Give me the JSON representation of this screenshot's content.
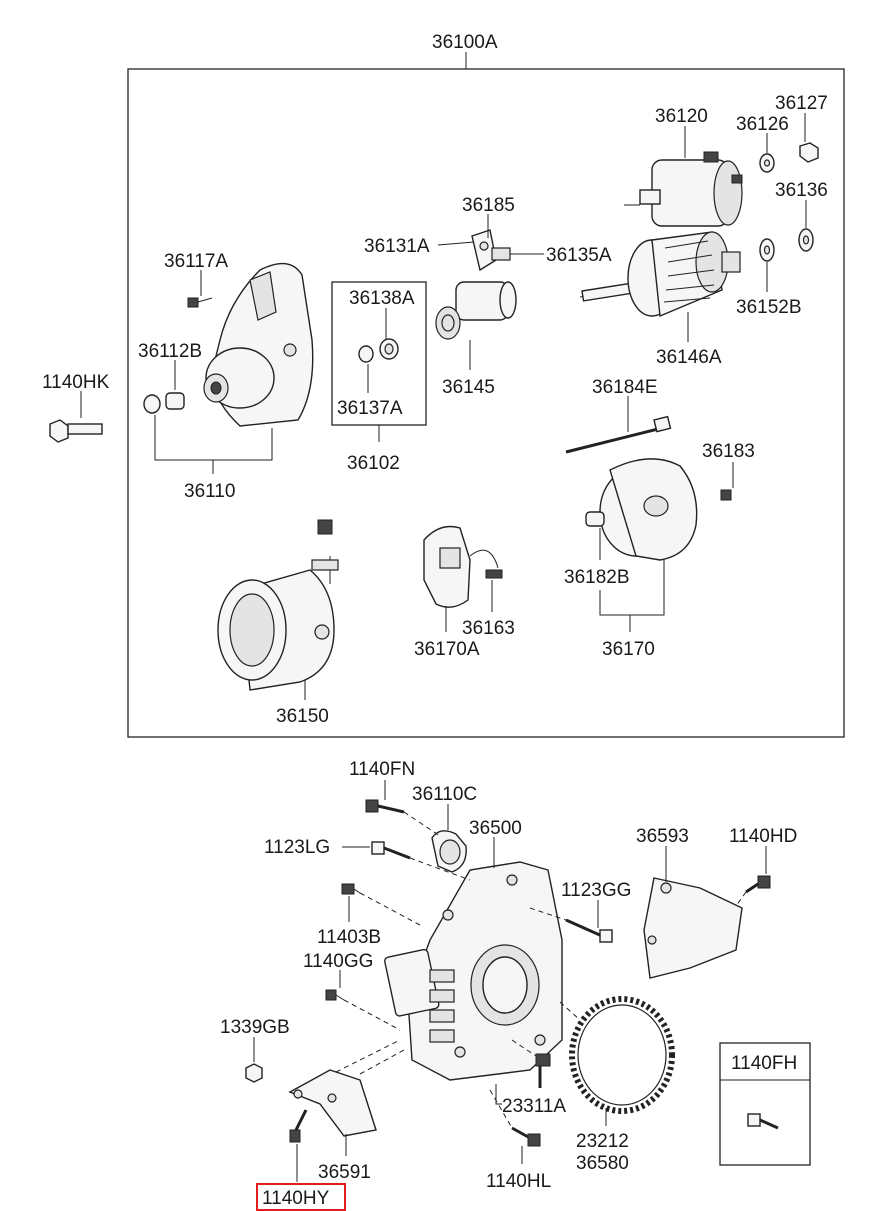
{
  "labels": {
    "l36100A": "36100A",
    "l36120": "36120",
    "l36126": "36126",
    "l36127": "36127",
    "l36136": "36136",
    "l36185": "36185",
    "l36131A": "36131A",
    "l36135A": "36135A",
    "l36117A": "36117A",
    "l36138A": "36138A",
    "l36112B": "36112B",
    "l36137A": "36137A",
    "l36145": "36145",
    "l36152B": "36152B",
    "l36146A": "36146A",
    "l1140HK": "1140HK",
    "l36184E": "36184E",
    "l36110": "36110",
    "l36102": "36102",
    "l36183": "36183",
    "l36182B": "36182B",
    "l36163": "36163",
    "l36170A": "36170A",
    "l36170": "36170",
    "l36150": "36150",
    "l1140FN": "1140FN",
    "l36110C": "36110C",
    "l36500": "36500",
    "l36593": "36593",
    "l1140HD": "1140HD",
    "l1123LG": "1123LG",
    "l1123GG": "1123GG",
    "l11403B": "11403B",
    "l1140GG": "1140GG",
    "l1339GB": "1339GB",
    "l23311A": "23311A",
    "l1140FH": "1140FH",
    "l23212": "23212",
    "l36580": "36580",
    "l36591": "36591",
    "l1140HL": "1140HL",
    "l1140HY": "1140HY"
  },
  "highlight_color": "#e02020"
}
